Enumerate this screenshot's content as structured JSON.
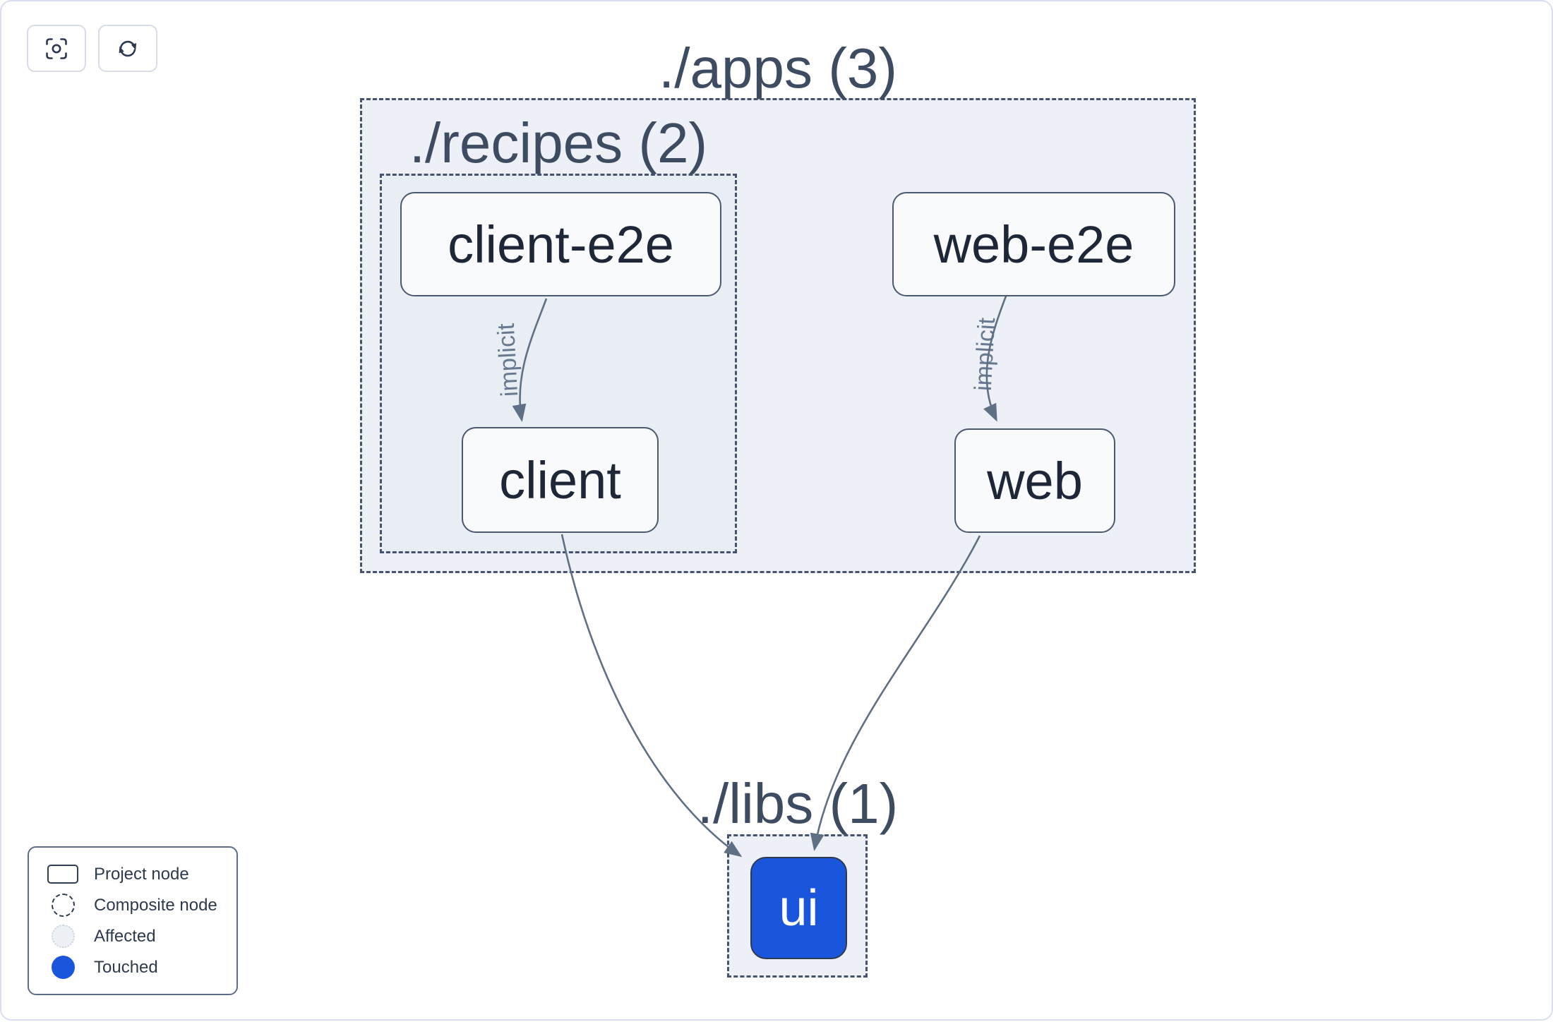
{
  "toolbar": {
    "buttons": [
      {
        "name": "focus",
        "icon": "crosshair-focus-icon"
      },
      {
        "name": "refresh",
        "icon": "refresh-icon"
      }
    ]
  },
  "graph": {
    "groups": [
      {
        "id": "apps",
        "label": "./apps (3)",
        "count": 3
      },
      {
        "id": "recipes",
        "label": "./recipes (2)",
        "count": 2
      },
      {
        "id": "libs",
        "label": "./libs (1)",
        "count": 1
      }
    ],
    "nodes": [
      {
        "id": "client-e2e",
        "label": "client-e2e",
        "state": "default"
      },
      {
        "id": "client",
        "label": "client",
        "state": "default"
      },
      {
        "id": "web-e2e",
        "label": "web-e2e",
        "state": "default"
      },
      {
        "id": "web",
        "label": "web",
        "state": "default"
      },
      {
        "id": "ui",
        "label": "ui",
        "state": "touched"
      }
    ],
    "edges": [
      {
        "from": "client-e2e",
        "to": "client",
        "type": "implicit",
        "label": "implicit"
      },
      {
        "from": "web-e2e",
        "to": "web",
        "type": "implicit",
        "label": "implicit"
      },
      {
        "from": "client",
        "to": "ui",
        "type": "static",
        "label": ""
      },
      {
        "from": "web",
        "to": "ui",
        "type": "static",
        "label": ""
      }
    ]
  },
  "legend": {
    "items": [
      {
        "label": "Project node",
        "swatch": "project-node-outline"
      },
      {
        "label": "Composite node",
        "swatch": "composite-node-dashed-circle"
      },
      {
        "label": "Affected",
        "swatch": "affected-circle"
      },
      {
        "label": "Touched",
        "swatch": "touched-circle"
      }
    ]
  },
  "colors": {
    "touched_blue": "#1a56db",
    "edge_stroke": "#5f7084",
    "group_fill": "#edf1f7",
    "group_border": "#45546c",
    "node_fill": "#f9fafc",
    "node_border": "#4a596f",
    "canvas_border": "#d9dff0"
  }
}
